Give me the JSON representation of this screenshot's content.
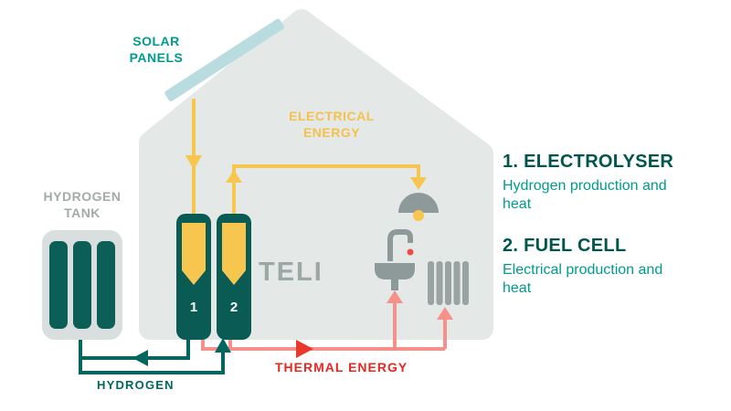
{
  "labels": {
    "solar_panels": "SOLAR PANELS",
    "electrical_energy": "ELECTRICAL ENERGY",
    "hydrogen_tank": "HYDROGEN TANK",
    "device": "TELI",
    "thermal_energy": "THERMAL ENERGY",
    "hydrogen": "HYDROGEN",
    "unit1_number": "1",
    "unit2_number": "2"
  },
  "legend": {
    "items": [
      {
        "title": "1. ELECTROLYSER",
        "description": "Hydrogen production and heat"
      },
      {
        "title": "2. FUEL CELL",
        "description": "Electrical production and heat"
      }
    ]
  },
  "icons": {
    "house": "house-icon",
    "solar_panel": "solar-panel-icon",
    "hydrogen_tank": "hydrogen-tank-icon",
    "electrolyser_unit": "electrolyser-unit-icon",
    "fuel_cell_unit": "fuel-cell-unit-icon",
    "lamp": "lamp-icon",
    "sink": "sink-icon",
    "radiator": "radiator-icon"
  },
  "colors": {
    "teal_dark": "#00564E",
    "teal_unit": "#0A5B54",
    "teal_mid": "#009B8F",
    "yellow": "#F7C64F",
    "salmon": "#F5908A",
    "red": "#E8392C",
    "gray_text": "#A2ABAA",
    "gray_icon": "#8E9A99",
    "house_fill": "#E4E9E8",
    "panel_blue": "#B9DCE0",
    "tank_fill": "#D8DFDE"
  }
}
